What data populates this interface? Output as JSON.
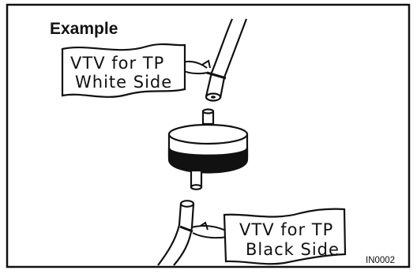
{
  "heading": "Example",
  "tags": [
    {
      "line1": "VTV for TP",
      "line2": "White Side"
    },
    {
      "line1": "VTV for TP",
      "line2": "Black Side"
    }
  ],
  "figure_code": "IN0002"
}
